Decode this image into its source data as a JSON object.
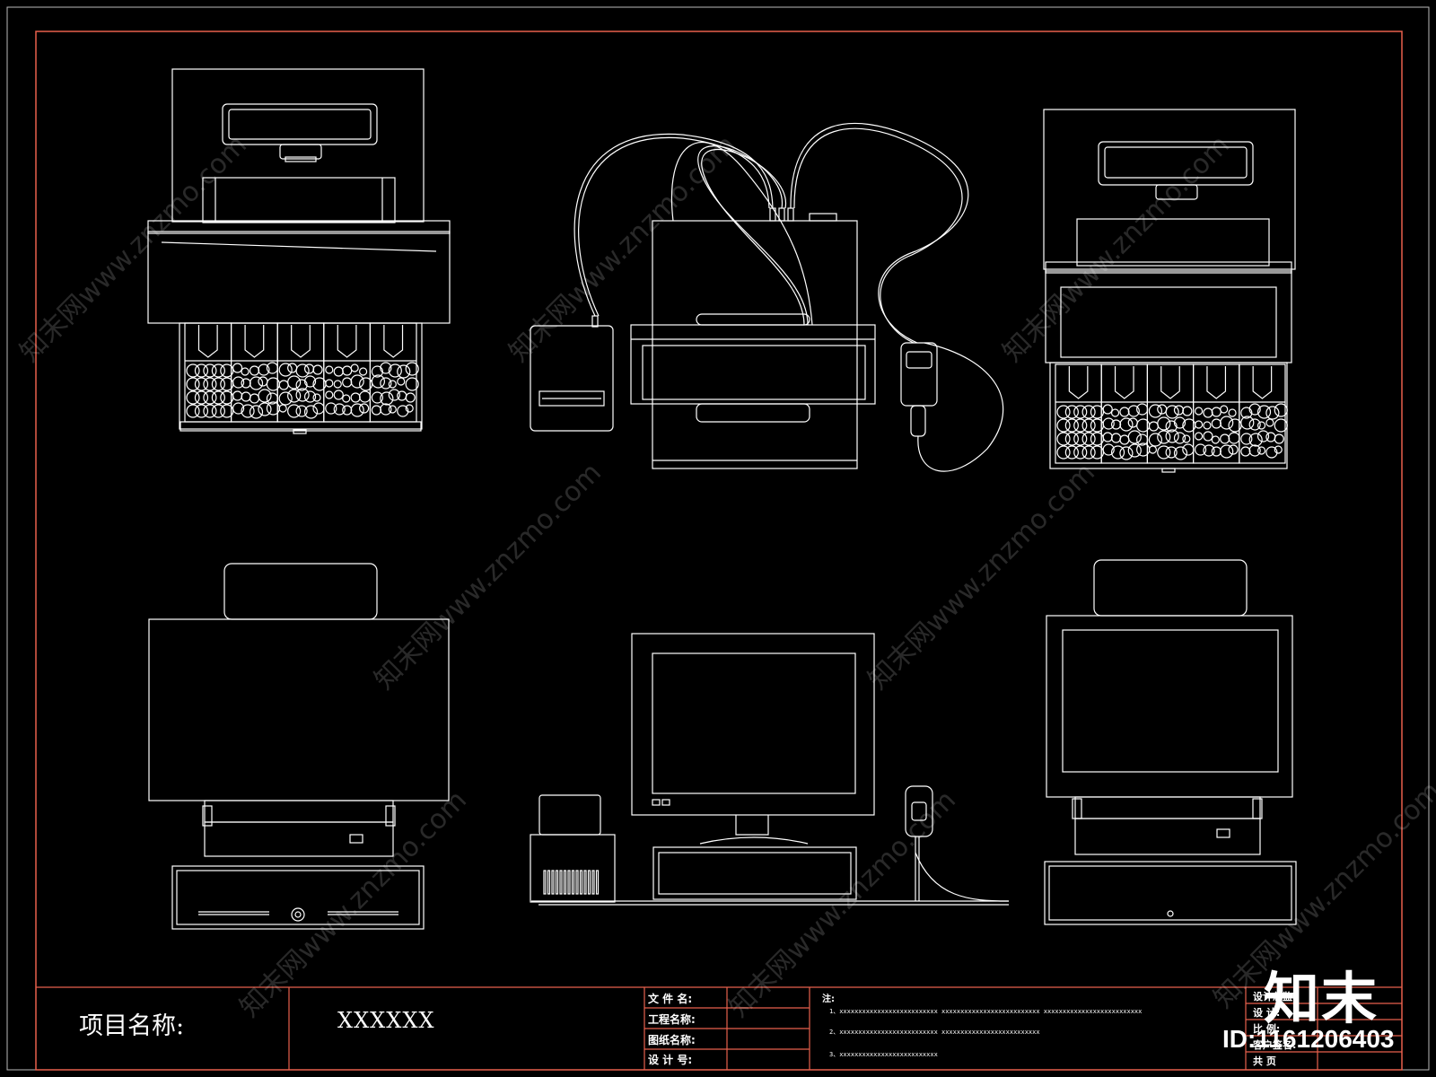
{
  "title_block": {
    "project_label": "项目名称:",
    "project_value": "XXXXXX",
    "fields_left": [
      "文 件 名:",
      "工程名称:",
      "图纸名称:",
      "设 计 号:"
    ],
    "notes_title": "注:",
    "notes": [
      "1、xxxxxxxxxxxxxxxxxxxxxxxxxx    xxxxxxxxxxxxxxxxxxxxxxxxxx    xxxxxxxxxxxxxxxxxxxxxxxxxx",
      "2、xxxxxxxxxxxxxxxxxxxxxxxxxx    xxxxxxxxxxxxxxxxxxxxxxxxxx",
      "3、xxxxxxxxxxxxxxxxxxxxxxxxxx"
    ],
    "fields_right": [
      "设计总监:",
      "设    计:",
      "比    例:",
      "客户签名:",
      "共    页"
    ]
  },
  "watermark": {
    "brand": "知末",
    "id": "ID:1161206403",
    "text": "知末网www.znzmo.com"
  },
  "colors": {
    "background": "#000000",
    "line": "#ffffff",
    "frame": "#e8604c"
  }
}
